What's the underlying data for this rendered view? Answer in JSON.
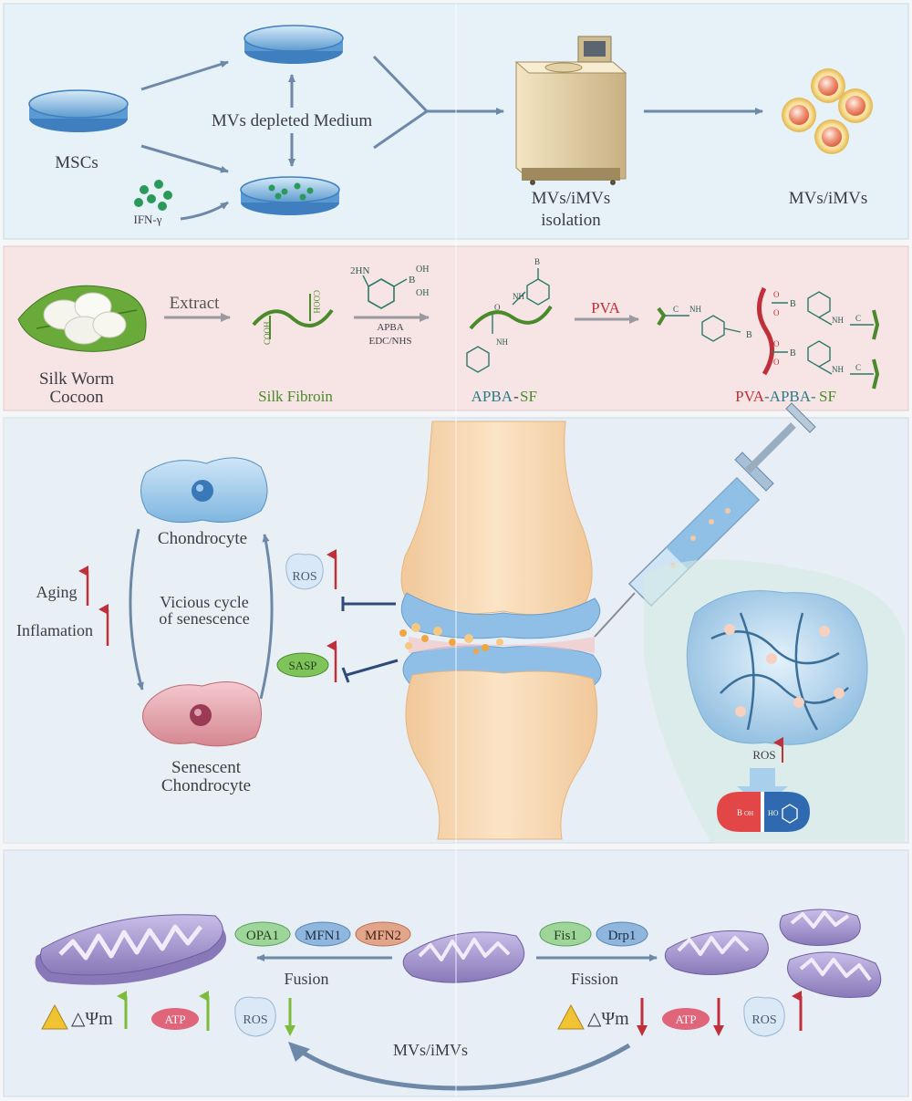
{
  "panel1": {
    "msc_label": "MSCs",
    "medium_label": "MVs depleted Medium",
    "ifn_label": "IFN-γ",
    "isolation_label_1": "MVs/iMVs",
    "isolation_label_2": "isolation",
    "product_label": "MVs/iMVs"
  },
  "panel2": {
    "cocoon_label_1": "Silk Worm",
    "cocoon_label_2": "Cocoon",
    "extract_label": "Extract",
    "fibroin_label": "Silk Fibroin",
    "cooh_label": "COOH",
    "apba_amine": "2HN",
    "boronic_oh": "OH",
    "boron": "B",
    "reagent_1": "APBA",
    "reagent_2": "EDC/NHS",
    "apba_sf_left": "APBA",
    "apba_sf_dash": "-",
    "apba_sf_right": "SF",
    "nh": "NH",
    "o": "O",
    "c": "C",
    "pva_arrow_label": "PVA",
    "product_left": "PVA",
    "product_mid": "-APBA-",
    "product_right": "SF"
  },
  "panel3": {
    "chondrocyte_label": "Chondrocyte",
    "cycle_label_1": "Vicious cycle",
    "cycle_label_2": "of senescence",
    "senescent_label_1": "Senescent",
    "senescent_label_2": "Chondrocyte",
    "aging_label": "Aging",
    "inflammation_label": "Inflamation",
    "ros_label": "ROS",
    "sasp_label": "SASP",
    "hydrogel_ros_label": "ROS",
    "boronic_label": "B",
    "boronic_oh": "OH",
    "phenol_label": "HO"
  },
  "panel4": {
    "opa1": "OPA1",
    "mfn1": "MFN1",
    "mfn2": "MFN2",
    "fis1": "Fis1",
    "drp1": "Drp1",
    "fusion_label": "Fusion",
    "fission_label": "Fission",
    "dpsi_left": "△Ψm",
    "dpsi_right": "△Ψm",
    "atp_left": "ATP",
    "atp_right": "ATP",
    "ros_left": "ROS",
    "ros_right": "ROS",
    "treatment_label": "MVs/iMVs"
  },
  "colors": {
    "arrow_blue": "#6e88a8",
    "green": "#4a8a2a",
    "red_arrow": "#c0303a",
    "green_arrow": "#7dbb3a",
    "dark_blue": "#2e4a78",
    "mito_purple": "#9e90c8"
  }
}
